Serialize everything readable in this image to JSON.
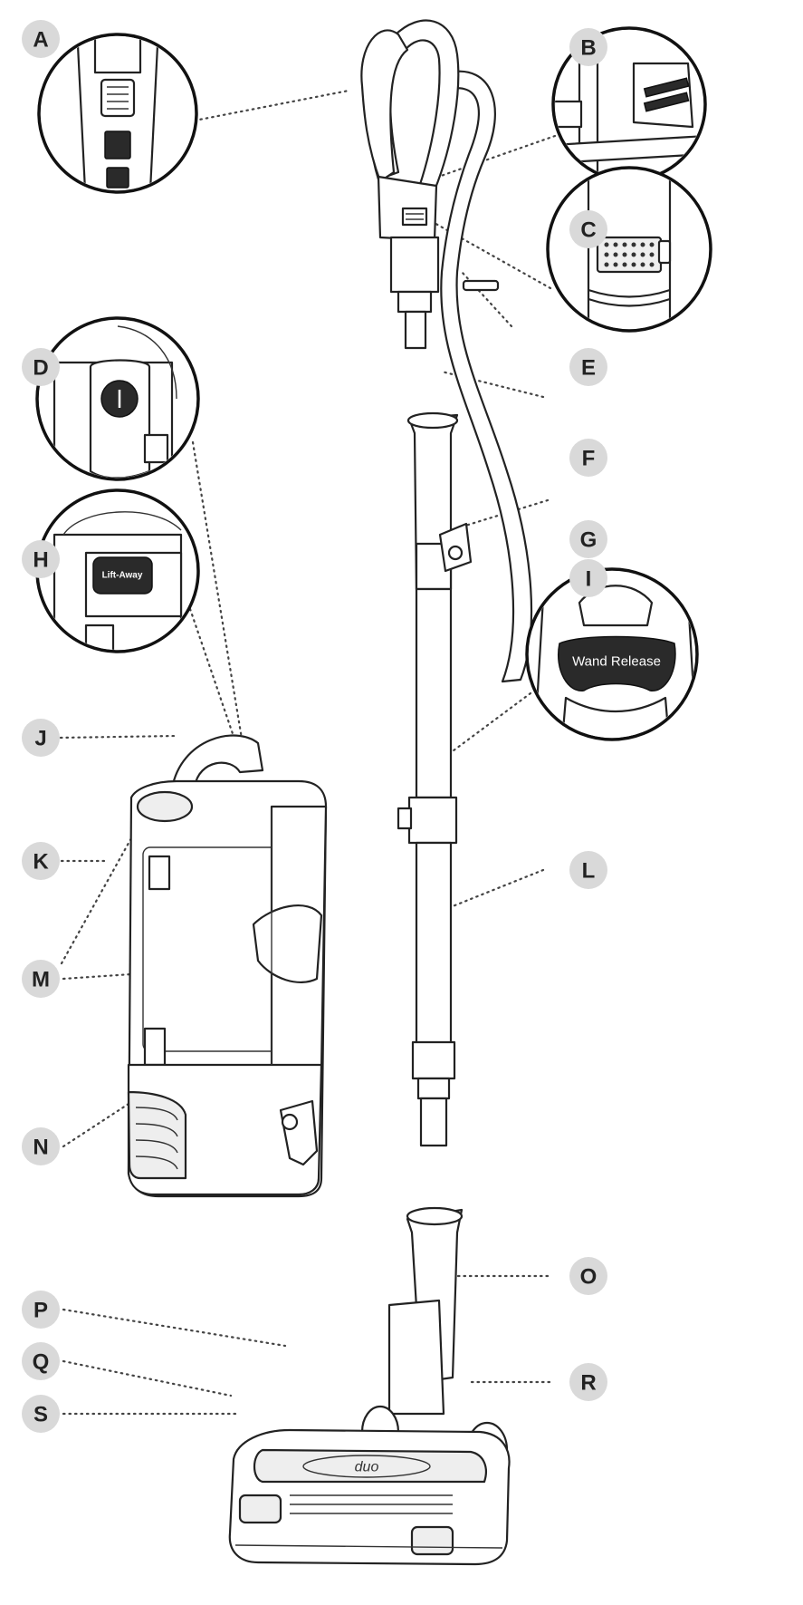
{
  "labels": [
    "A",
    "B",
    "C",
    "D",
    "E",
    "F",
    "G",
    "H",
    "I",
    "J",
    "K",
    "L",
    "M",
    "N",
    "O",
    "P",
    "Q",
    "R",
    "S"
  ],
  "insets": {
    "lift_away_button": "Lift-Away",
    "wand_release_button": "Wand Release",
    "nozzle_brand": "duo"
  },
  "colors": {
    "label_circle": "#d9d9d9",
    "line": "#222222",
    "button": "#2a2a2a"
  }
}
